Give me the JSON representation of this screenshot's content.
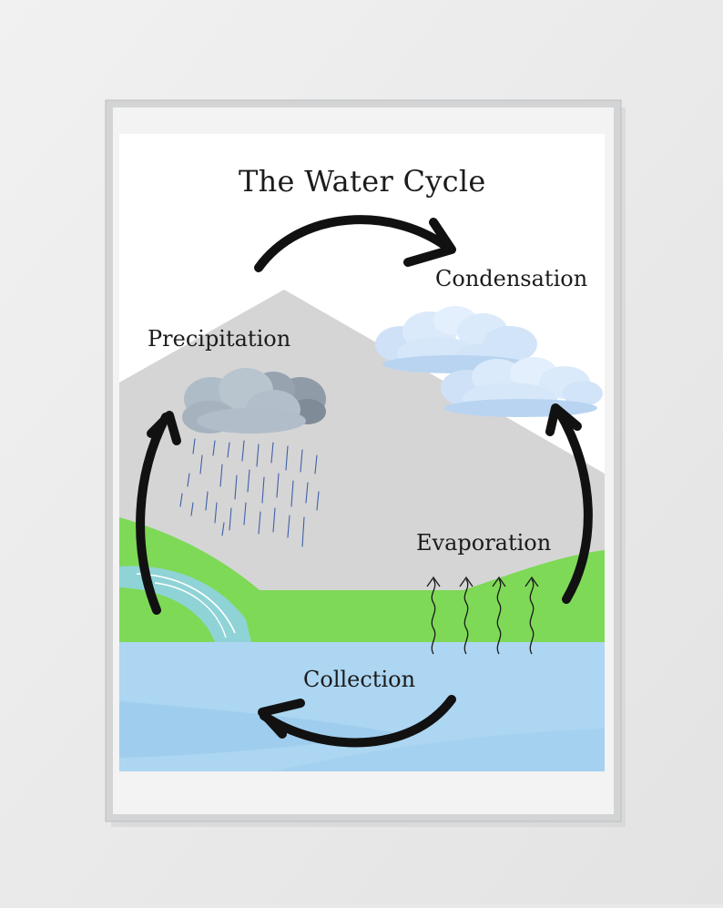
{
  "poster": {
    "title": "The Water Cycle",
    "stages": {
      "condensation": "Condensation",
      "precipitation": "Precipitation",
      "evaporation": "Evaporation",
      "collection": "Collection"
    }
  },
  "colors": {
    "wall": "#e9e9e9",
    "frame": "#d7d8d9",
    "mat": "#f2f2f2",
    "sky": "#ffffff",
    "mountain": "#d5d5d6",
    "grass": "#7ed957",
    "water": "#acd6f1",
    "river": "#8fd3d7",
    "cloud_light": "#dbeafb",
    "cloud_dark": "#9fadb9",
    "rain": "#3f5fa7",
    "arrow": "#111111"
  },
  "icons": {
    "rain_cloud": "rain-cloud-icon",
    "white_cloud": "cloud-icon",
    "vapor": "wavy-arrow-up-icon",
    "cycle_arrow": "curved-arrow-icon"
  }
}
